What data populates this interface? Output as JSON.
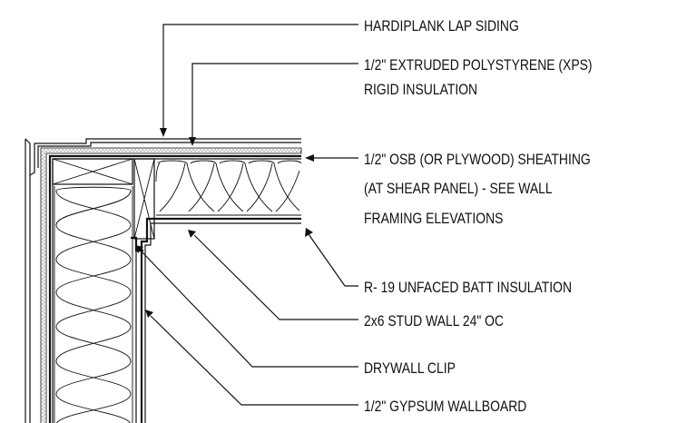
{
  "labels": {
    "hardiplank": "HARDIPLANK LAP SIDING",
    "xps_line1": "1/2\" EXTRUDED POLYSTYRENE (XPS)",
    "xps_line2": "RIGID INSULATION",
    "osb_line1": "1/2\" OSB (OR PLYWOOD) SHEATHING",
    "osb_line2": "(AT SHEAR PANEL) - SEE WALL",
    "osb_line3": "FRAMING ELEVATIONS",
    "batt": "R- 19 UNFACED BATT INSULATION",
    "stud": "2x6 STUD WALL 24\" OC",
    "clip": "DRYWALL CLIP",
    "gypsum": "1/2\" GYPSUM WALLBOARD"
  }
}
